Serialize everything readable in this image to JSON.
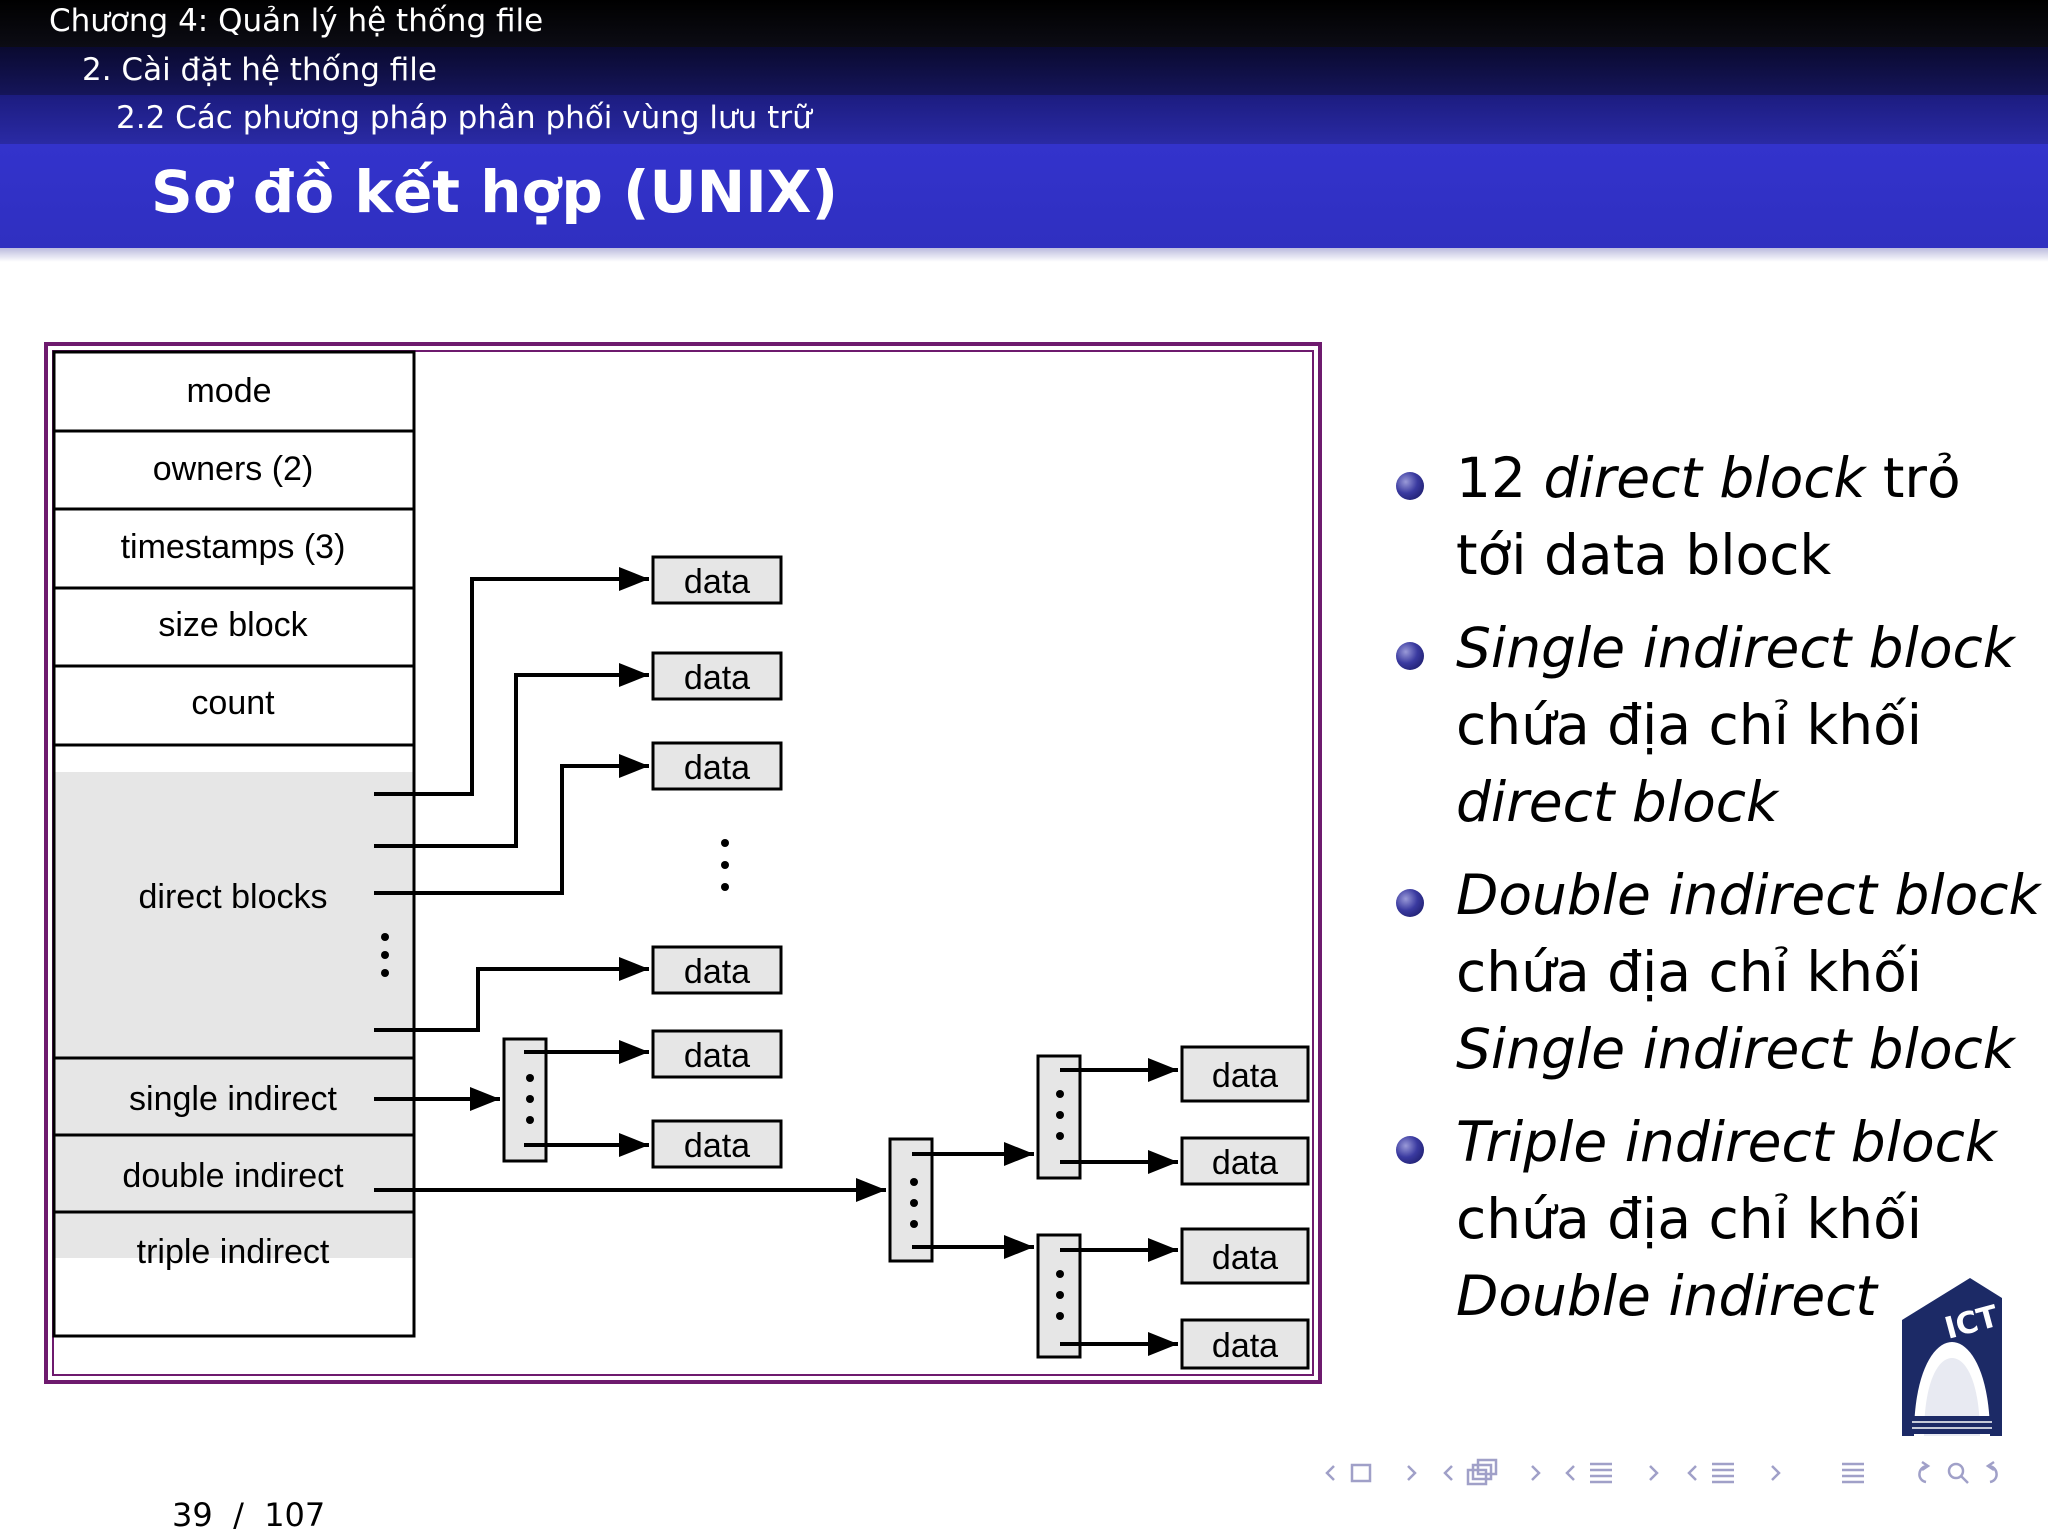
{
  "header": {
    "section": "Chương 4: Quản lý hệ thống file",
    "subsection": "2. Cài đặt hệ thống file",
    "subsubsection": "2.2 Các phương pháp phân phối vùng lưu trữ"
  },
  "slide": {
    "title": "Sơ đồ kết hợp (UNIX)"
  },
  "diagram": {
    "inode_fields": [
      "mode",
      "owners (2)",
      "timestamps (3)",
      "size block",
      "count",
      "direct blocks",
      "single indirect",
      "double indirect",
      "triple indirect"
    ],
    "data_label": "data"
  },
  "bullets": [
    {
      "lines": [
        [
          {
            "t": "12 "
          },
          {
            "t": "direct block",
            "i": true
          },
          {
            "t": " trỏ"
          }
        ],
        [
          {
            "t": "tới data block"
          }
        ]
      ]
    },
    {
      "lines": [
        [
          {
            "t": "Single indirect block",
            "i": true
          }
        ],
        [
          {
            "t": "chứa địa chỉ khối"
          }
        ],
        [
          {
            "t": "direct block",
            "i": true
          }
        ]
      ]
    },
    {
      "lines": [
        [
          {
            "t": "Double indirect block",
            "i": true
          }
        ],
        [
          {
            "t": "chứa địa chỉ khối"
          }
        ],
        [
          {
            "t": "Single indirect block",
            "i": true
          }
        ]
      ]
    },
    {
      "lines": [
        [
          {
            "t": "Triple indirect block",
            "i": true
          }
        ],
        [
          {
            "t": "chứa địa chỉ khối"
          }
        ],
        [
          {
            "t": "Double indirect",
            "i": true
          }
        ]
      ]
    }
  ],
  "logo_text": "ICT",
  "page": {
    "current": "39",
    "separator": "/",
    "total": "107"
  },
  "colors": {
    "header_black": "#000000",
    "header_navy": "#15155a",
    "title_blue": "#3333cc",
    "frame_purple": "#6e1a6e",
    "shaded_cell": "#e6e6e6"
  }
}
